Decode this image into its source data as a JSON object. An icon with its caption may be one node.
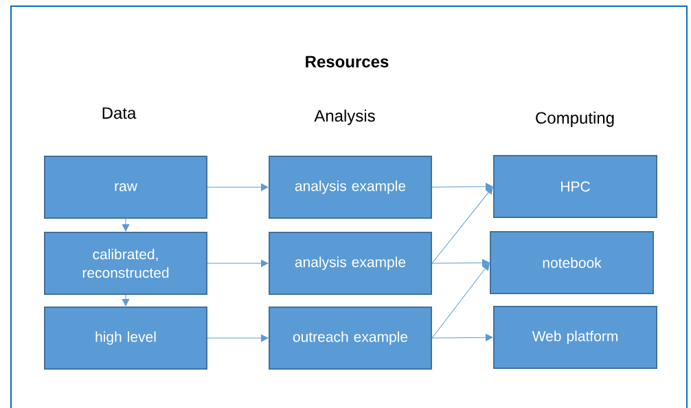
{
  "diagram": {
    "title": "Resources",
    "nodes": [
      {
        "text": [
          "raw"
        ]
      },
      {
        "text": [
          "calibrated, reconstructed"
        ]
      },
      {
        "text": [
          "high level"
        ]
      },
      {
        "text": [
          "analysis example"
        ]
      },
      {
        "text": [
          "analysis example"
        ]
      },
      {
        "text": [
          "outreach example"
        ]
      },
      {
        "text": [
          "HPC"
        ]
      },
      {
        "text": [
          "notebook"
        ]
      },
      {
        "text": [
          "Web platform"
        ]
      }
    ],
    "edges": [
      {
        "from": 0,
        "to": 1,
        "arrow": "to"
      },
      {
        "from": 1,
        "to": 2,
        "arrow": "to"
      },
      {
        "from": 0,
        "to": 3,
        "arrow": "to"
      },
      {
        "from": 1,
        "to": 4,
        "arrow": "to"
      },
      {
        "from": 2,
        "to": 5,
        "arrow": "to"
      },
      {
        "from": 3,
        "to": 6,
        "arrow": "to"
      },
      {
        "from": 4,
        "to": 6,
        "arrow": "to"
      },
      {
        "from": 4,
        "to": 7,
        "arrow": "to"
      },
      {
        "from": 5,
        "to": 7,
        "arrow": "to"
      },
      {
        "from": 5,
        "to": 8,
        "arrow": "to"
      }
    ],
    "labels": [
      "Data",
      "Analysis",
      "Computing"
    ]
  }
}
